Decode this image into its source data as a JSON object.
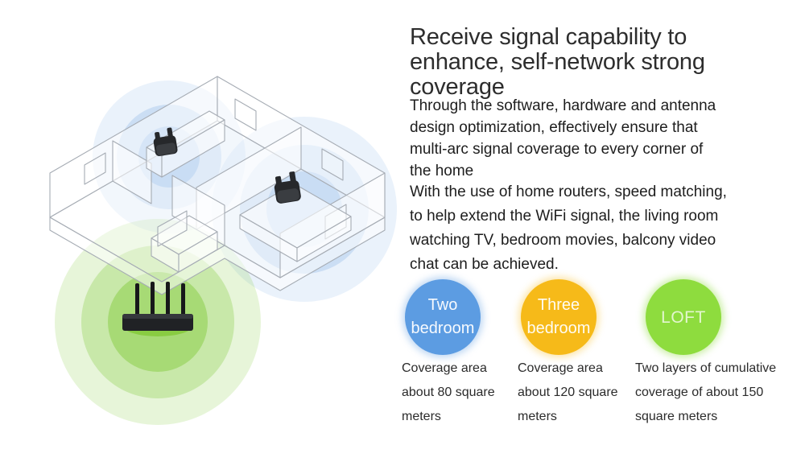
{
  "colors": {
    "badge_blue": "#5c9ce2",
    "badge_orange": "#f6ba19",
    "badge_green": "#8edc3e",
    "signal_blue": "#4f90dd",
    "signal_green": "#7ac62e",
    "device_black": "#26282b"
  },
  "header": {
    "title": "Receive signal capability to enhance, self-network strong coverage",
    "title_lines": [
      "Receive signal capability to",
      "enhance, self-network strong",
      "coverage"
    ]
  },
  "paragraphs": {
    "p1": "Through the software, hardware and antenna design optimization, effectively ensure that multi-arc signal coverage to every corner of the home",
    "p1_lines": [
      "Through the software, hardware and antenna",
      "design optimization, effectively ensure that",
      "multi-arc signal coverage to every corner of",
      "the home"
    ],
    "p2": "With the use of home routers, speed matching, to help extend the WiFi signal, the living room watching TV, bedroom movies, balcony video chat can be achieved.",
    "p2_lines": [
      "With the use of home routers, speed matching,",
      "to help extend the WiFi signal, the living room",
      "watching TV, bedroom movies, balcony video",
      "chat can be achieved."
    ]
  },
  "badges": {
    "b1": {
      "label": "Two bedroom",
      "label_lines": [
        "Two",
        "bedroom"
      ],
      "caption": "Coverage area about 80 square meters",
      "caption_lines": [
        "Coverage area",
        "about 80 square",
        "meters"
      ]
    },
    "b2": {
      "label": "Three bedroom",
      "label_lines": [
        "Three",
        "bedroom"
      ],
      "caption": "Coverage area about 120 square meters",
      "caption_lines": [
        "Coverage area",
        "about 120 square",
        "meters"
      ]
    },
    "b3": {
      "label": "LOFT",
      "label_lines": [
        "LOFT"
      ],
      "caption": "Two layers of cumulative coverage of about 150 square meters",
      "caption_lines": [
        "Two layers of cumulative",
        "coverage of about 150",
        "square meters"
      ]
    }
  },
  "illustration": {
    "description": "isometric home floor plan with wifi signal coverage",
    "devices": [
      "wifi-repeater",
      "wifi-repeater",
      "wifi-router-4-antennas"
    ]
  }
}
